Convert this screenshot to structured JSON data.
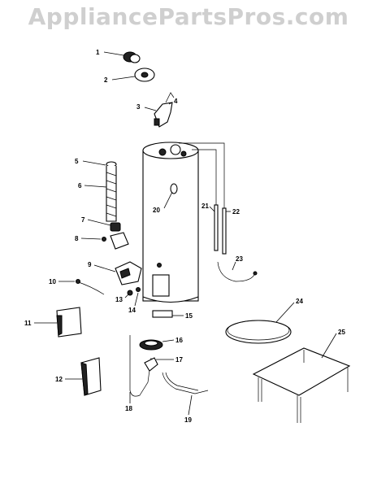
{
  "watermark": "AppliancePartsPros.com",
  "callouts": {
    "c1": "1",
    "c2": "2",
    "c3": "3",
    "c4": "4",
    "c5": "5",
    "c6": "6",
    "c7": "7",
    "c8": "8",
    "c9": "9",
    "c10": "10",
    "c11": "11",
    "c12": "12",
    "c13": "13",
    "c14": "14",
    "c15": "15",
    "c16": "16",
    "c17": "17",
    "c18": "18",
    "c19": "19",
    "c20": "20",
    "c21": "21",
    "c22": "22",
    "c23": "23",
    "c24": "24",
    "c25": "25"
  }
}
